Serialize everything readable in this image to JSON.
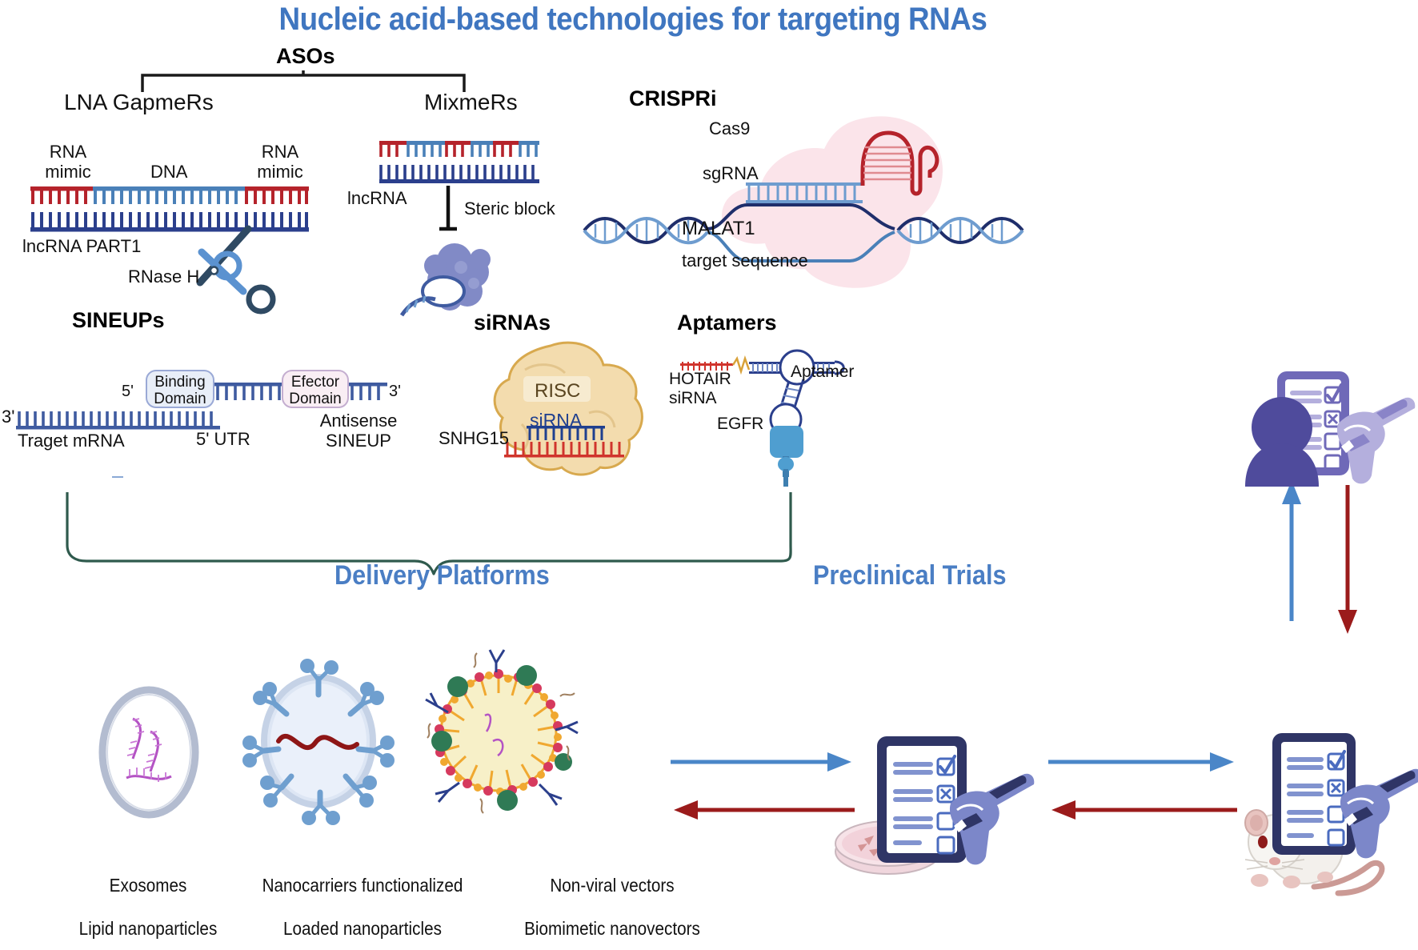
{
  "figure": {
    "title": "Nucleic acid-based technologies for targeting RNAs",
    "title_color": "#3f76c0"
  },
  "aso": {
    "group_label": "ASOs",
    "branches": [
      {
        "label": "LNA GapmeRs"
      },
      {
        "label": "MixmeRs"
      }
    ],
    "gapmer": {
      "left_label": "RNA\nmimic",
      "left_label_line1": "RNA",
      "left_label_line2": "mimic",
      "middle_label": "DNA",
      "right_label_line1": "RNA",
      "right_label_line2": "mimic",
      "target_label": "lncRNA PART1",
      "enzyme_label": "RNase H",
      "rna_mimic_color": "#b5232b",
      "dna_color": "#4a80b8",
      "target_strand_color": "#2b3f8c",
      "scissors_color": "#5b92d0"
    },
    "mixmer": {
      "target_label": "lncRNA",
      "effect_label": "Steric block",
      "mixed_color_a": "#b5232b",
      "mixed_color_b": "#4a80b8",
      "ribosome_color": "#7b84c4"
    }
  },
  "crispri": {
    "title": "CRISPRi",
    "labels": {
      "cas9": "Cas9",
      "sgrna": "sgRNA",
      "gene": "MALAT1",
      "target": "target  sequence"
    },
    "colors": {
      "cas9_body": "#fbe4ea",
      "sgrna": "#b5232b",
      "dna_dark": "#1f2e6b",
      "dna_light": "#6e9ccf"
    }
  },
  "sineups": {
    "title": "SINEUPs",
    "labels": {
      "five_prime": "5'",
      "three_prime_right": "3'",
      "three_prime_left": "3'",
      "binding_domain_line1": "Binding",
      "binding_domain_line2": "Domain",
      "effector_domain_line1": "Efector",
      "effector_domain_line2": "Domain",
      "target_mrna": "Traget mRNA",
      "utr": "5' UTR",
      "antisense_line1": "Antisense",
      "antisense_line2": "SINEUP"
    },
    "colors": {
      "strand": "#3f5ba0",
      "binding_box": "#e8eef8",
      "effector_box": "#f9eef4"
    }
  },
  "sirnas": {
    "title": "siRNAs",
    "labels": {
      "risc": "RISC",
      "sirna": "siRNA",
      "target": "SNHG15"
    },
    "colors": {
      "risc_body": "#f3dcae",
      "risc_edge": "#d8a94e",
      "sirna": "#1f3f8f",
      "target_rna": "#d0342c"
    }
  },
  "aptamers": {
    "title": "Aptamers",
    "labels": {
      "sirna_line1": "HOTAIR",
      "sirna_line2": "siRNA",
      "aptamer": "Aptamer",
      "receptor": "EGFR"
    },
    "colors": {
      "aptamer_stroke": "#2b3f8c",
      "receptor_fill": "#4f9ed0",
      "hotair": "#d0342c",
      "linker": "#d9a23a"
    }
  },
  "delivery": {
    "heading": "Delivery Platforms",
    "heading_color": "#4a7ec4",
    "brace_color": "#2f5a4d",
    "platforms": [
      {
        "name": "exosome",
        "line1": "Exosomes",
        "line2": "Lipid nanoparticles"
      },
      {
        "name": "nanocarrier",
        "line1": "Nanocarriers functionalized",
        "line2": "Loaded nanoparticles"
      },
      {
        "name": "non-viral-vector",
        "line1": "Non-viral vectors",
        "line2": "Biomimetic nanovectors"
      }
    ]
  },
  "preclinical": {
    "heading": "Preclinical Trials",
    "heading_color": "#4a7ec4",
    "arrow_forward_color": "#4a86c8",
    "arrow_back_color": "#9b1b1b",
    "icons": {
      "cell_culture": "petri-dish-icon",
      "in_vitro_clipboard": "clipboard-checklist-icon",
      "animal_model": "mouse-icon",
      "in_vivo_clipboard": "clipboard-checklist-icon",
      "patient": "patient-clipboard-icon"
    },
    "clipboard": {
      "frame_color": "#2f3566",
      "line_color": "#8193cf",
      "marks": [
        "check",
        "cross",
        "pen",
        "empty"
      ]
    },
    "patient_colors": {
      "person": "#4f4b9c",
      "clipboard_frame": "#6f69b8",
      "clipboard_light": "#b4afdd"
    }
  }
}
